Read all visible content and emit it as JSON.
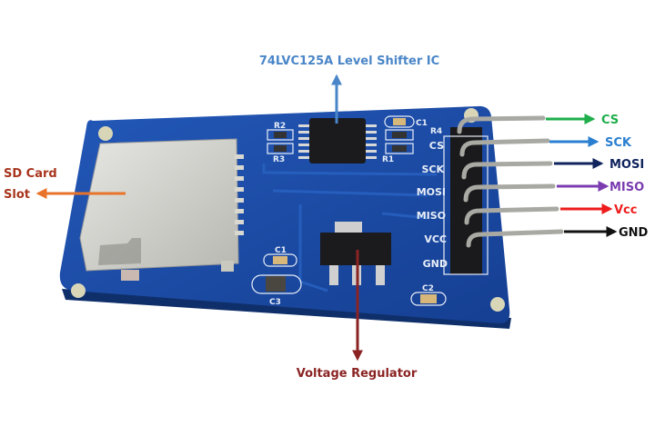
{
  "annotations": {
    "ic": {
      "text": "74LVC125A Level Shifter IC",
      "color": "#4a86c8"
    },
    "sd_slot": {
      "line1": "SD Card",
      "line2": "Slot",
      "color": "#a8341c",
      "arrow_color": "#e8732a"
    },
    "regulator": {
      "text": "Voltage Regulator",
      "color": "#8b2323"
    }
  },
  "pins": [
    {
      "label": "CS",
      "color": "#1fae4b"
    },
    {
      "label": "SCK",
      "color": "#2a7fd0"
    },
    {
      "label": "MOSI",
      "color": "#10245e"
    },
    {
      "label": "MISO",
      "color": "#7a3cb0"
    },
    {
      "label": "Vcc",
      "color": "#ee1c1c"
    },
    {
      "label": "GND",
      "color": "#111111"
    }
  ],
  "silkscreen": {
    "pins": [
      "CS",
      "SCK",
      "MOSI",
      "MISO",
      "VCC",
      "GND"
    ],
    "r1": "R1",
    "r2": "R2",
    "r3": "R3",
    "r4": "R4",
    "c1_top": "C1",
    "c1": "C1",
    "c2": "C2",
    "c3": "C3"
  },
  "colors": {
    "board": "#1a4fa8",
    "board_edge": "#0f2f6a"
  }
}
